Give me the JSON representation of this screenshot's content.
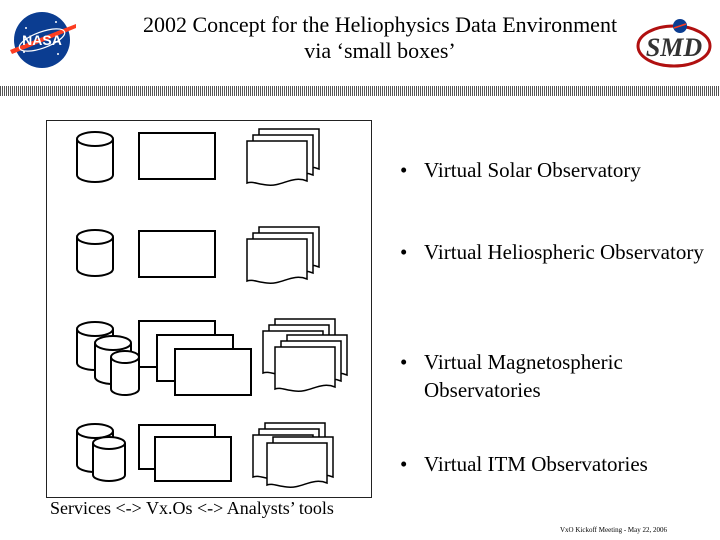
{
  "header": {
    "title_line1": "2002 Concept for the Heliophysics Data Environment",
    "title_line2": "via ‘small boxes’",
    "nasa_logo_text": "NASA",
    "smd_logo_text": "SMD"
  },
  "bullets": [
    {
      "marker": "•",
      "text": "Virtual Solar Observatory"
    },
    {
      "marker": "•",
      "text": "Virtual Heliospheric Observatory"
    },
    {
      "marker": "•",
      "text": "Virtual Magnetospheric Observatories"
    },
    {
      "marker": "•",
      "text": "Virtual ITM Observatories"
    }
  ],
  "caption": "Services <-> Vx.Os <-> Analysts’ tools",
  "footer": "VxO Kickoff Meeting - May 22, 2006",
  "colors": {
    "nasa_blue": "#0b3d91",
    "nasa_red": "#fc3d21",
    "smd_red": "#b01010"
  }
}
